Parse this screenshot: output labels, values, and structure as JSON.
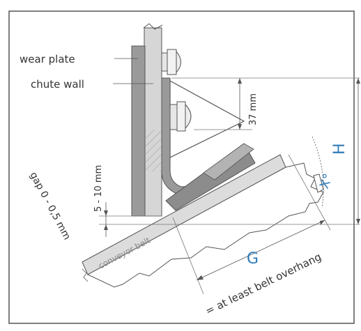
{
  "labels": {
    "wear_plate": "wear plate",
    "chute_wall": "chute wall",
    "dim_37": "37 mm",
    "dim_5_10": "5 - 10 mm",
    "gap": "gap  0 - 0,5 mm",
    "conveyor_belt": "conveyor belt",
    "g": "G",
    "h": "H",
    "x_angle": "X°",
    "overhang": "= at least belt overhang"
  },
  "colors": {
    "accent_blue": "#2f7bb8",
    "part_grey": "#9a9a9a",
    "plate_light": "#d6d6d6",
    "line_dark": "#333333"
  }
}
